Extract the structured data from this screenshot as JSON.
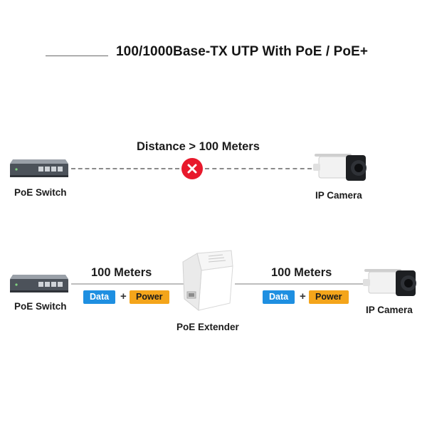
{
  "title": "100/1000Base-TX UTP With PoE / PoE+",
  "scenario_top": {
    "left_device": "PoE Switch",
    "distance_label": "Distance > 100 Meters",
    "right_device": "IP Camera",
    "status_icon": "red-x-icon",
    "status_color": "#e8192c"
  },
  "scenario_bottom": {
    "left_device": "PoE Switch",
    "middle_device": "PoE Extender",
    "right_device": "IP Camera",
    "segment_left": {
      "distance": "100 Meters",
      "data": "Data",
      "plus": "+",
      "power": "Power"
    },
    "segment_right": {
      "distance": "100 Meters",
      "data": "Data",
      "plus": "+",
      "power": "Power"
    }
  },
  "colors": {
    "data": "#1e8fe1",
    "power": "#f4a51b"
  }
}
